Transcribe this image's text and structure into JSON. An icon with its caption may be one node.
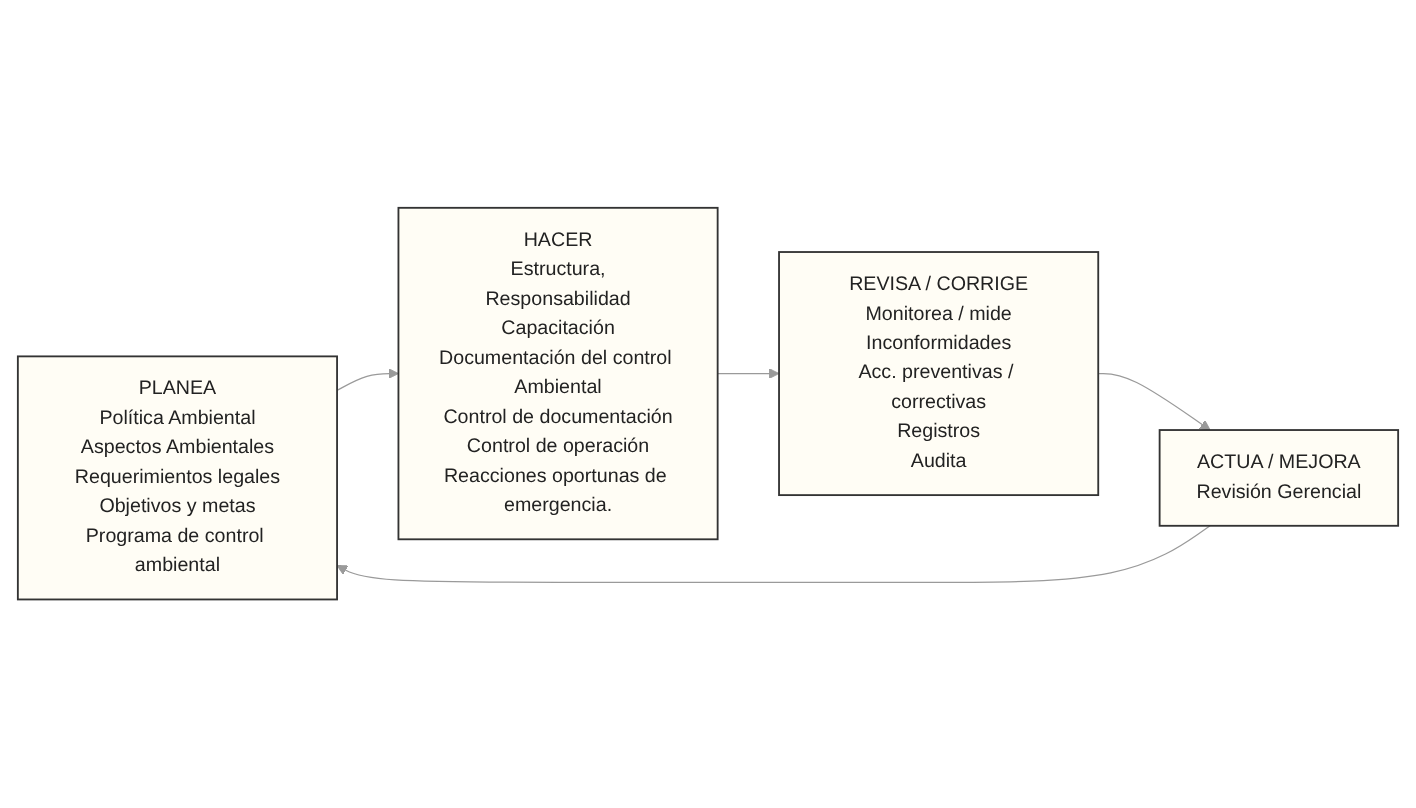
{
  "diagram": {
    "nodes": [
      {
        "text": [
          "PLANEA",
          "Política Ambiental",
          "Aspectos Ambientales",
          "Requerimientos legales",
          "Objetivos y metas",
          "Programa de control ambiental"
        ]
      },
      {
        "text": [
          "HACER",
          "Estructura,",
          "Responsabilidad",
          "Capacitación",
          "Documentación del control Ambiental",
          "Control de documentación",
          "Control de operación",
          "Reacciones oportunas de emergencia."
        ]
      },
      {
        "text": [
          "ACTUA / MEJORA",
          "Revisión Gerencial"
        ]
      },
      {
        "text": [
          "REVISA / CORRIGE",
          "Monitorea / mide",
          "Inconformidades",
          "Acc. preventivas / correctivas",
          "Registros",
          "Audita"
        ]
      }
    ],
    "edges": [
      {
        "from": 0,
        "to": 1,
        "arrow": "to"
      },
      {
        "from": 1,
        "to": 3,
        "arrow": "to"
      },
      {
        "from": 3,
        "to": 2,
        "arrow": "to"
      },
      {
        "from": 2,
        "to": 0,
        "arrow": "to"
      }
    ]
  }
}
